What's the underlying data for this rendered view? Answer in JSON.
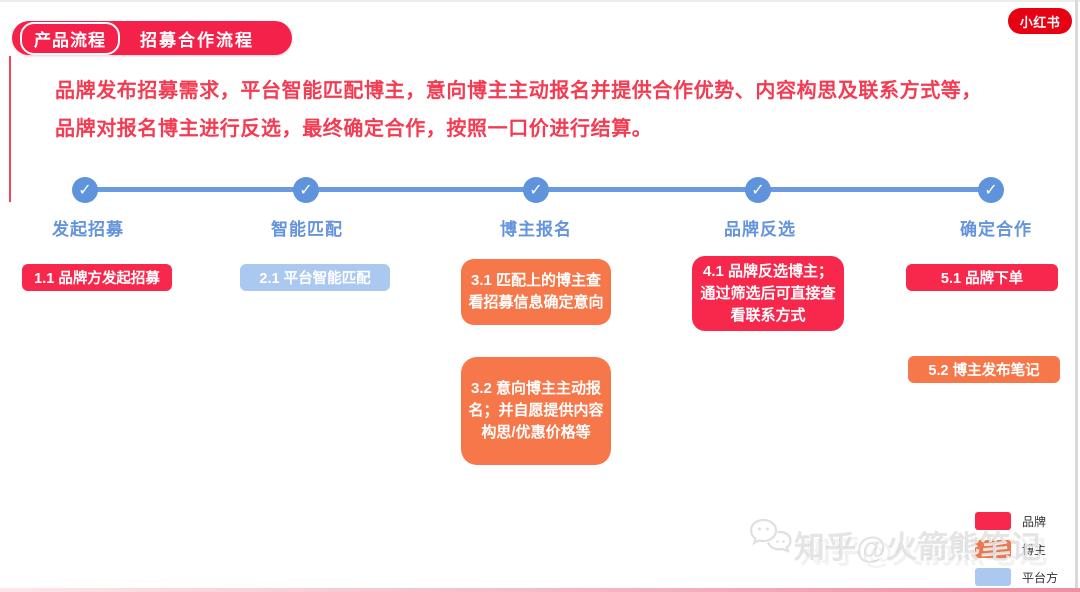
{
  "header": {
    "tag": "产品流程",
    "title": "招募合作流程",
    "logo": "小红书"
  },
  "description": {
    "line1": "品牌发布招募需求，平台智能匹配博主，意向博主主动报名并提供合作优势、内容构思及联系方式等，",
    "line2": "品牌对报名博主进行反选，最终确定合作，按照一口价进行结算。"
  },
  "timeline": {
    "check_glyph": "✓",
    "steps": [
      {
        "label": "发起招募"
      },
      {
        "label": "智能匹配"
      },
      {
        "label": "博主报名"
      },
      {
        "label": "品牌反选"
      },
      {
        "label": "确定合作"
      }
    ]
  },
  "boxes": {
    "b11": {
      "text": "1.1 品牌方发起招募",
      "actor": "brand"
    },
    "b21": {
      "text": "2.1 平台智能匹配",
      "actor": "platform"
    },
    "b31": {
      "text": "3.1 匹配上的博主查看招募信息确定意向",
      "actor": "blogger"
    },
    "b41": {
      "text": "4.1 品牌反选博主；通过筛选后可直接查看联系方式",
      "actor": "brand"
    },
    "b51": {
      "text": "5.1 品牌下单",
      "actor": "brand"
    },
    "b32": {
      "text": "3.2 意向博主主动报名；并自愿提供内容构思/优惠价格等",
      "actor": "blogger"
    },
    "b52": {
      "text": "5.2 博主发布笔记",
      "actor": "blogger"
    }
  },
  "legend": {
    "items": [
      {
        "label": "品牌",
        "color": "#f8284d"
      },
      {
        "label": "博主",
        "color": "#f5774a"
      },
      {
        "label": "平台方",
        "color": "#abc8f0"
      }
    ]
  },
  "watermark": {
    "text": "知乎@火箭熊笔记"
  },
  "colors": {
    "brand_red": "#f8284d",
    "blogger_orange": "#f5774a",
    "platform_blue": "#abc8f0",
    "timeline_blue": "#6b9ae0",
    "step_label_blue": "#6494db",
    "header_pill_red": "#f4214a",
    "logo_red": "#e60113",
    "description_red": "#f43b52"
  }
}
